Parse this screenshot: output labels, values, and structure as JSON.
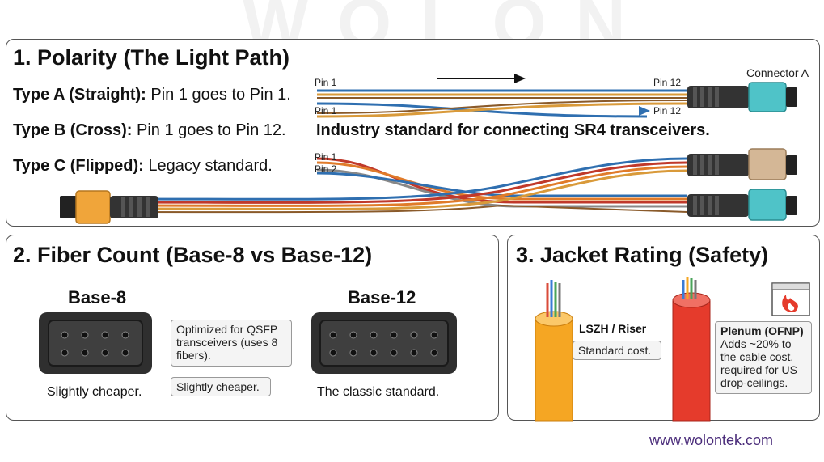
{
  "watermark": "WOLON",
  "section1": {
    "title": "1. Polarity (The Light Path)",
    "type_a_label": "Type A (Straight):",
    "type_a_text": " Pin 1 goes to Pin 1.",
    "type_b_label": "Type B (Cross):",
    "type_b_text": "  Pin 1 goes to Pin 12.",
    "type_b_note": "Industry standard for connecting SR4 transceivers.",
    "type_c_label": "Type C (Flipped):",
    "type_c_text": " Legacy standard.",
    "pins": {
      "a_left": "Pin 1",
      "a_right": "Pin 12",
      "b_left": "Pin 1",
      "b_right": "Pin 12",
      "c_left1": "Pin 1",
      "c_left2": "Pin 2"
    },
    "connector_label": "Connector A"
  },
  "section2": {
    "title": "2. Fiber Count (Base-8 vs Base-12)",
    "base8": {
      "title": "Base-8",
      "callout": "Optimized for QSFP transceivers (uses 8 fibers).",
      "callout2": "Slightly cheaper.",
      "caption": "Slightly cheaper."
    },
    "base12": {
      "title": "Base-12",
      "caption": "The classic standard."
    }
  },
  "section3": {
    "title": "3. Jacket Rating (Safety)",
    "lszh": {
      "title": "LSZH / Riser",
      "text": "Standard cost."
    },
    "plenum": {
      "title": "Plenum (OFNP)",
      "text": "Adds ~20% to the cable cost, required for US drop-ceilings."
    },
    "fire_icon": "fire-icon"
  },
  "footer": {
    "url": "www.wolontek.com"
  },
  "colors": {
    "connector_orange": "#f0a53a",
    "connector_aqua": "#4fc3c8",
    "connector_tan": "#d4b796",
    "jacket_orange": "#f5a623",
    "jacket_red": "#e53b2c",
    "url_purple": "#4a2c7a"
  }
}
